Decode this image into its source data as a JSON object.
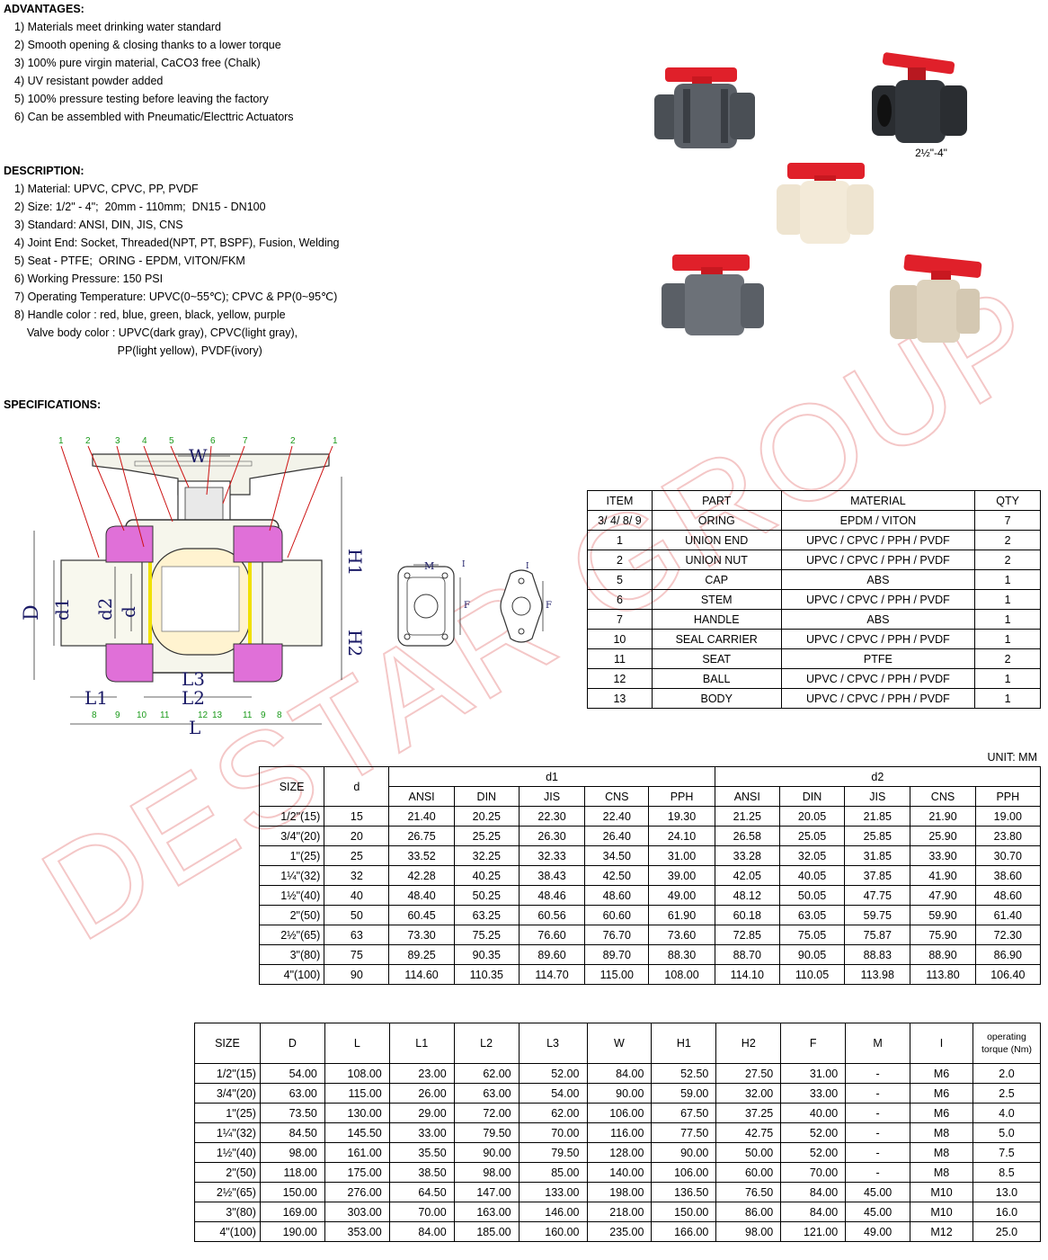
{
  "advantages": {
    "heading": "ADVANTAGES:",
    "items": [
      "1) Materials meet drinking water standard",
      "2) Smooth opening & closing thanks to a lower torque",
      "3) 100% pure virgin material, CaCO3 free (Chalk)",
      "4) UV resistant powder added",
      "5) 100% pressure testing before leaving the factory",
      "6) Can be assembled with Pneumatic/Electtric Actuators"
    ]
  },
  "description": {
    "heading": "DESCRIPTION:",
    "items": [
      "1) Material: UPVC, CPVC, PP, PVDF",
      "2) Size: 1/2\" - 4\";  20mm - 110mm;  DN15 - DN100",
      "3) Standard: ANSI, DIN, JIS, CNS",
      "4) Joint End: Socket, Threaded(NPT, PT, BSPF), Fusion, Welding",
      "5) Seat - PTFE;  ORING - EPDM, VITON/FKM",
      "6) Working Pressure: 150 PSI",
      "7) Operating Temperature: UPVC(0~55℃); CPVC & PP(0~95℃)",
      "8) Handle color : red, blue, green, black, yellow, purple",
      "    Valve body color : UPVC(dark gray), CPVC(light gray),",
      "                                 PP(light yellow), PVDF(ivory)"
    ]
  },
  "specifications": {
    "heading": "SPECIFICATIONS:"
  },
  "watermark": "DESTAR GROUP",
  "photo_caption": "2½\"-4\"",
  "colors": {
    "handle_red": "#e0202a",
    "body_dark_gray": "#4a4f55",
    "body_ivory": "#f0e6d2",
    "body_tan": "#d9cdb8",
    "watermark": "#f4c7c7",
    "seal_pink": "#e070d8",
    "outline_red": "#cc1111"
  },
  "drawing": {
    "labels": {
      "W": "W",
      "H1": "H1",
      "H2": "H2",
      "D": "D",
      "d1": "d1",
      "d2": "d2",
      "d": "d",
      "L": "L",
      "L1": "L1",
      "L2": "L2",
      "L3": "L3",
      "M": "M",
      "I1": "I",
      "I2": "I",
      "F1": "F",
      "F2": "F"
    },
    "callouts_top": [
      "1",
      "2",
      "3",
      "4",
      "5",
      "6",
      "7",
      "2",
      "1"
    ],
    "callouts_bottom": [
      "8",
      "9",
      "10",
      "11",
      "12",
      "13",
      "11",
      "9",
      "8"
    ]
  },
  "parts_table": {
    "headers": [
      "ITEM",
      "PART",
      "MATERIAL",
      "QTY"
    ],
    "rows": [
      [
        "3/ 4/ 8/ 9",
        "ORING",
        "EPDM / VITON",
        "7"
      ],
      [
        "1",
        "UNION END",
        "UPVC / CPVC / PPH / PVDF",
        "2"
      ],
      [
        "2",
        "UNION NUT",
        "UPVC / CPVC / PPH / PVDF",
        "2"
      ],
      [
        "5",
        "CAP",
        "ABS",
        "1"
      ],
      [
        "6",
        "STEM",
        "UPVC / CPVC / PPH / PVDF",
        "1"
      ],
      [
        "7",
        "HANDLE",
        "ABS",
        "1"
      ],
      [
        "10",
        "SEAL CARRIER",
        "UPVC / CPVC / PPH / PVDF",
        "1"
      ],
      [
        "11",
        "SEAT",
        "PTFE",
        "2"
      ],
      [
        "12",
        "BALL",
        "UPVC / CPVC / PPH / PVDF",
        "1"
      ],
      [
        "13",
        "BODY",
        "UPVC / CPVC / PPH / PVDF",
        "1"
      ]
    ]
  },
  "unit_label": "UNIT: MM",
  "dia_table": {
    "size_header": "SIZE",
    "d_header": "d",
    "d1_header": "d1",
    "d2_header": "d2",
    "sub_headers": [
      "ANSI",
      "DIN",
      "JIS",
      "CNS",
      "PPH"
    ],
    "rows": [
      [
        "1/2\"(15)",
        "15",
        "21.40",
        "20.25",
        "22.30",
        "22.40",
        "19.30",
        "21.25",
        "20.05",
        "21.85",
        "21.90",
        "19.00"
      ],
      [
        "3/4\"(20)",
        "20",
        "26.75",
        "25.25",
        "26.30",
        "26.40",
        "24.10",
        "26.58",
        "25.05",
        "25.85",
        "25.90",
        "23.80"
      ],
      [
        "1\"(25)",
        "25",
        "33.52",
        "32.25",
        "32.33",
        "34.50",
        "31.00",
        "33.28",
        "32.05",
        "31.85",
        "33.90",
        "30.70"
      ],
      [
        "1¼\"(32)",
        "32",
        "42.28",
        "40.25",
        "38.43",
        "42.50",
        "39.00",
        "42.05",
        "40.05",
        "37.85",
        "41.90",
        "38.60"
      ],
      [
        "1½\"(40)",
        "40",
        "48.40",
        "50.25",
        "48.46",
        "48.60",
        "49.00",
        "48.12",
        "50.05",
        "47.75",
        "47.90",
        "48.60"
      ],
      [
        "2\"(50)",
        "50",
        "60.45",
        "63.25",
        "60.56",
        "60.60",
        "61.90",
        "60.18",
        "63.05",
        "59.75",
        "59.90",
        "61.40"
      ],
      [
        "2½\"(65)",
        "63",
        "73.30",
        "75.25",
        "76.60",
        "76.70",
        "73.60",
        "72.85",
        "75.05",
        "75.87",
        "75.90",
        "72.30"
      ],
      [
        "3\"(80)",
        "75",
        "89.25",
        "90.35",
        "89.60",
        "89.70",
        "88.30",
        "88.70",
        "90.05",
        "88.83",
        "88.90",
        "86.90"
      ],
      [
        "4\"(100)",
        "90",
        "114.60",
        "110.35",
        "114.70",
        "115.00",
        "108.00",
        "114.10",
        "110.05",
        "113.98",
        "113.80",
        "106.40"
      ]
    ]
  },
  "dim_table": {
    "headers": [
      "SIZE",
      "D",
      "L",
      "L1",
      "L2",
      "L3",
      "W",
      "H1",
      "H2",
      "F",
      "M",
      "I"
    ],
    "torque_header_1": "operating",
    "torque_header_2": "torque (Nm)",
    "rows": [
      [
        "1/2\"(15)",
        "54.00",
        "108.00",
        "23.00",
        "62.00",
        "52.00",
        "84.00",
        "52.50",
        "27.50",
        "31.00",
        "-",
        "M6",
        "2.0"
      ],
      [
        "3/4\"(20)",
        "63.00",
        "115.00",
        "26.00",
        "63.00",
        "54.00",
        "90.00",
        "59.00",
        "32.00",
        "33.00",
        "-",
        "M6",
        "2.5"
      ],
      [
        "1\"(25)",
        "73.50",
        "130.00",
        "29.00",
        "72.00",
        "62.00",
        "106.00",
        "67.50",
        "37.25",
        "40.00",
        "-",
        "M6",
        "4.0"
      ],
      [
        "1¼\"(32)",
        "84.50",
        "145.50",
        "33.00",
        "79.50",
        "70.00",
        "116.00",
        "77.50",
        "42.75",
        "52.00",
        "-",
        "M8",
        "5.0"
      ],
      [
        "1½\"(40)",
        "98.00",
        "161.00",
        "35.50",
        "90.00",
        "79.50",
        "128.00",
        "90.00",
        "50.00",
        "52.00",
        "-",
        "M8",
        "7.5"
      ],
      [
        "2\"(50)",
        "118.00",
        "175.00",
        "38.50",
        "98.00",
        "85.00",
        "140.00",
        "106.00",
        "60.00",
        "70.00",
        "-",
        "M8",
        "8.5"
      ],
      [
        "2½\"(65)",
        "150.00",
        "276.00",
        "64.50",
        "147.00",
        "133.00",
        "198.00",
        "136.50",
        "76.50",
        "84.00",
        "45.00",
        "M10",
        "13.0"
      ],
      [
        "3\"(80)",
        "169.00",
        "303.00",
        "70.00",
        "163.00",
        "146.00",
        "218.00",
        "150.00",
        "86.00",
        "84.00",
        "45.00",
        "M10",
        "16.0"
      ],
      [
        "4\"(100)",
        "190.00",
        "353.00",
        "84.00",
        "185.00",
        "160.00",
        "235.00",
        "166.00",
        "98.00",
        "121.00",
        "49.00",
        "M12",
        "25.0"
      ]
    ]
  }
}
